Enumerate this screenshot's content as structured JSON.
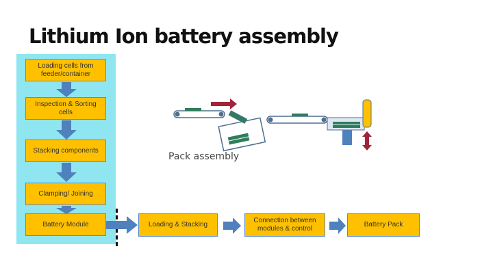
{
  "title": "Lithium Ion battery assembly",
  "left_steps": [
    "Loading cells from feeder/container",
    "Inspection & Sorting cells",
    "Stacking components",
    "Clamping/ Joining",
    "Battery Module"
  ],
  "bottom_steps": [
    "Loading & Stacking",
    "Connection between modules & control",
    "Battery Pack"
  ],
  "illustration_caption": "Pack assembly",
  "colors": {
    "box_fill": "#ffc000",
    "box_border": "#5b8bd0",
    "arrow_fill": "#4f81bd",
    "panel": "#8fe6f0",
    "red_arrow": "#a3243a"
  }
}
